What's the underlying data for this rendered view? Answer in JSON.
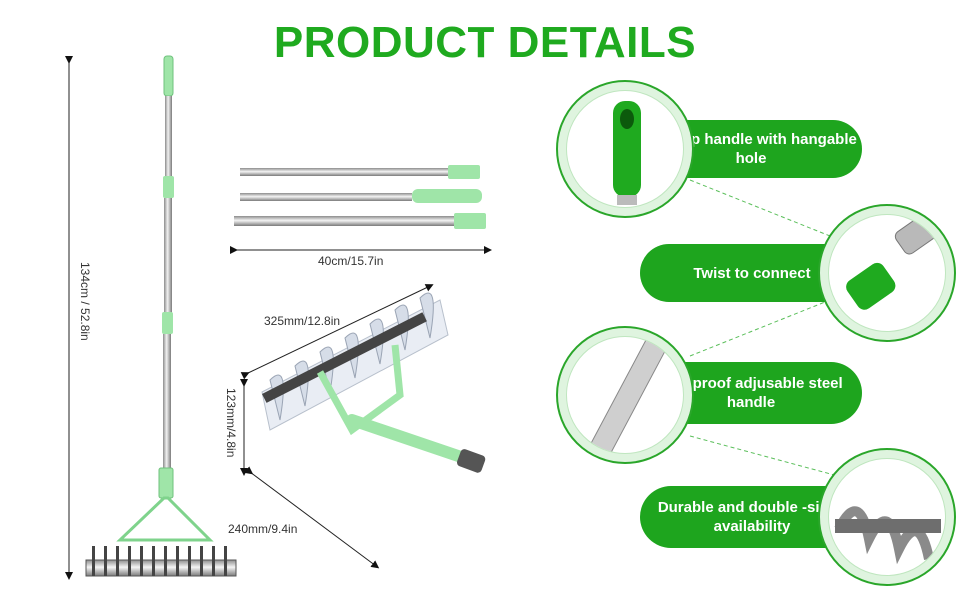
{
  "header": {
    "title": "PRODUCT DETAILS"
  },
  "dimensions": {
    "total_height": "134cm / 52.8in",
    "pole_length": "40cm/15.7in",
    "head_width": "325mm/12.8in",
    "head_height": "123mm/4.8in",
    "head_depth": "240mm/9.4in"
  },
  "features": [
    {
      "label": "Antislip handle with hangable hole",
      "icon": "handle-grip-icon"
    },
    {
      "label": "Twist to connect",
      "icon": "twist-connector-icon"
    },
    {
      "label": "Rustproof adjusable steel handle",
      "icon": "steel-tube-icon"
    },
    {
      "label": "Durable and double -sided availability",
      "icon": "blades-icon"
    }
  ],
  "colors": {
    "accent": "#1faa1f",
    "pill": "#1ea51e",
    "handle": "#9fe5a8",
    "steel": "#c8c8c8"
  }
}
